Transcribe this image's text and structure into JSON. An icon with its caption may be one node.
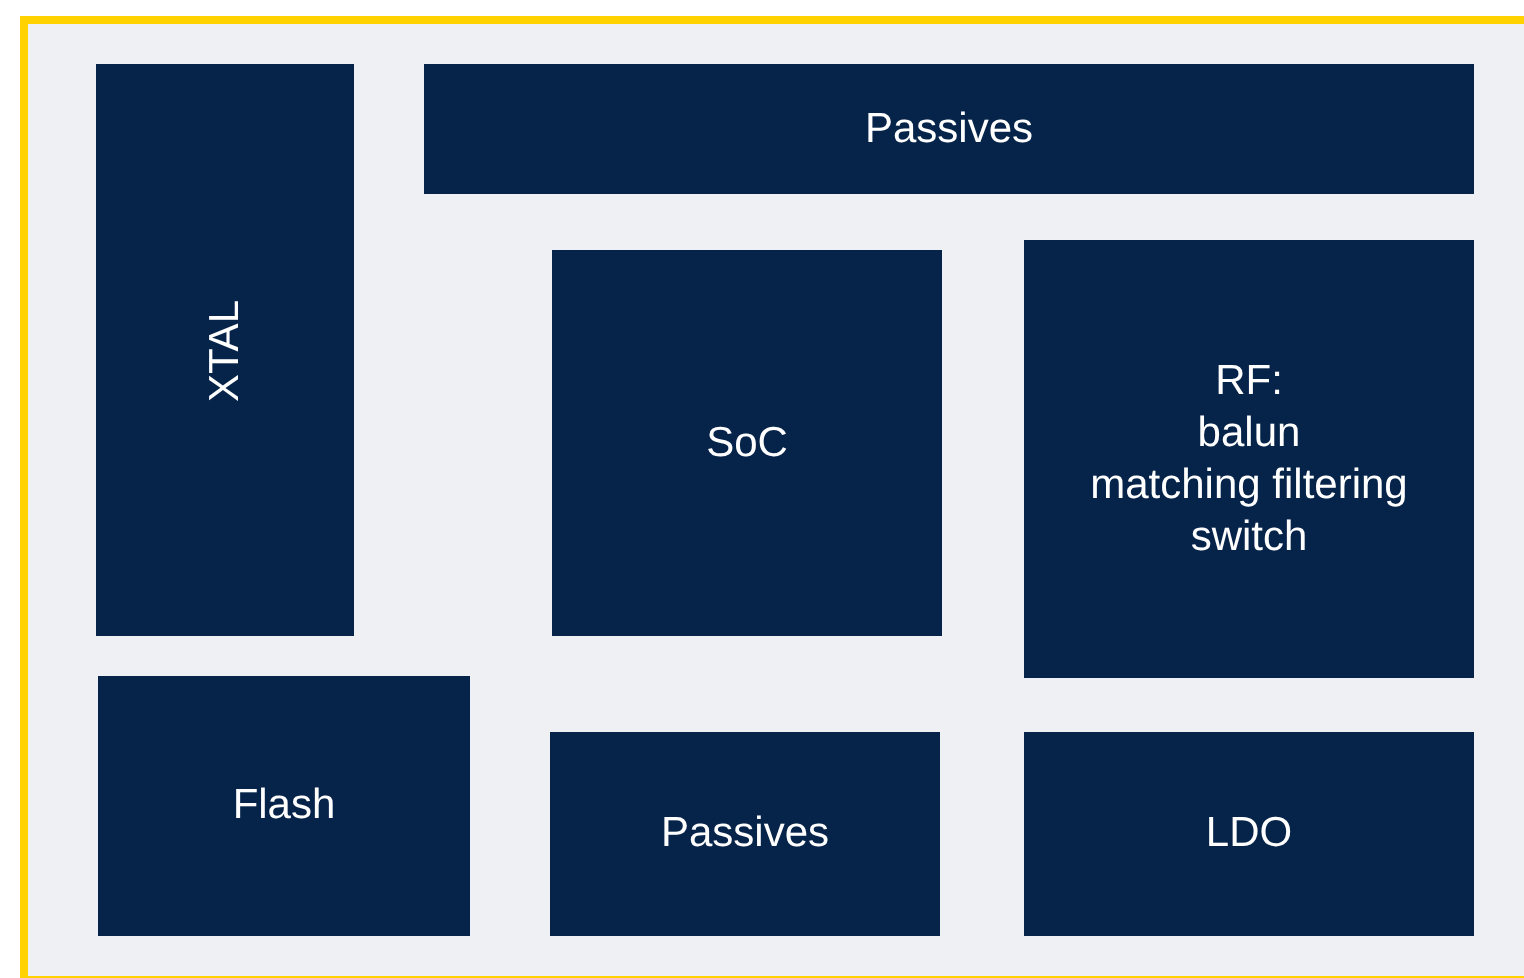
{
  "diagram": {
    "nodes": [
      {
        "text": [
          "XTAL"
        ]
      },
      {
        "text": [
          "Passives"
        ]
      },
      {
        "text": [
          "SoC"
        ]
      },
      {
        "text": [
          "RF:",
          "balun",
          "matching filtering",
          "switch"
        ]
      },
      {
        "text": [
          "Flash"
        ]
      },
      {
        "text": [
          "Passives"
        ]
      },
      {
        "text": [
          "LDO"
        ]
      }
    ],
    "edges": []
  }
}
